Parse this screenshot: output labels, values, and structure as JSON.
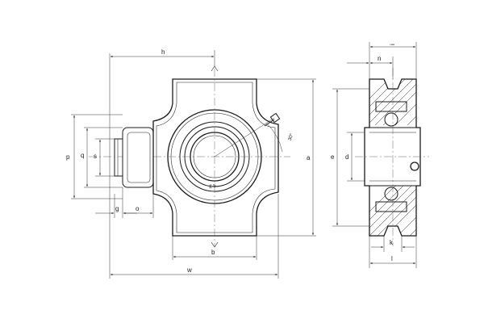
{
  "labels": {
    "h": "h",
    "w": "w",
    "b": "b",
    "a": "a",
    "e": "e",
    "d": "d",
    "p": "p",
    "q": "q",
    "s": "s",
    "g": "g",
    "o": "o",
    "n": "n",
    "i": "i",
    "k": "k",
    "l": "l",
    "angle": "30°",
    "bearing_mark": "Z 5"
  }
}
